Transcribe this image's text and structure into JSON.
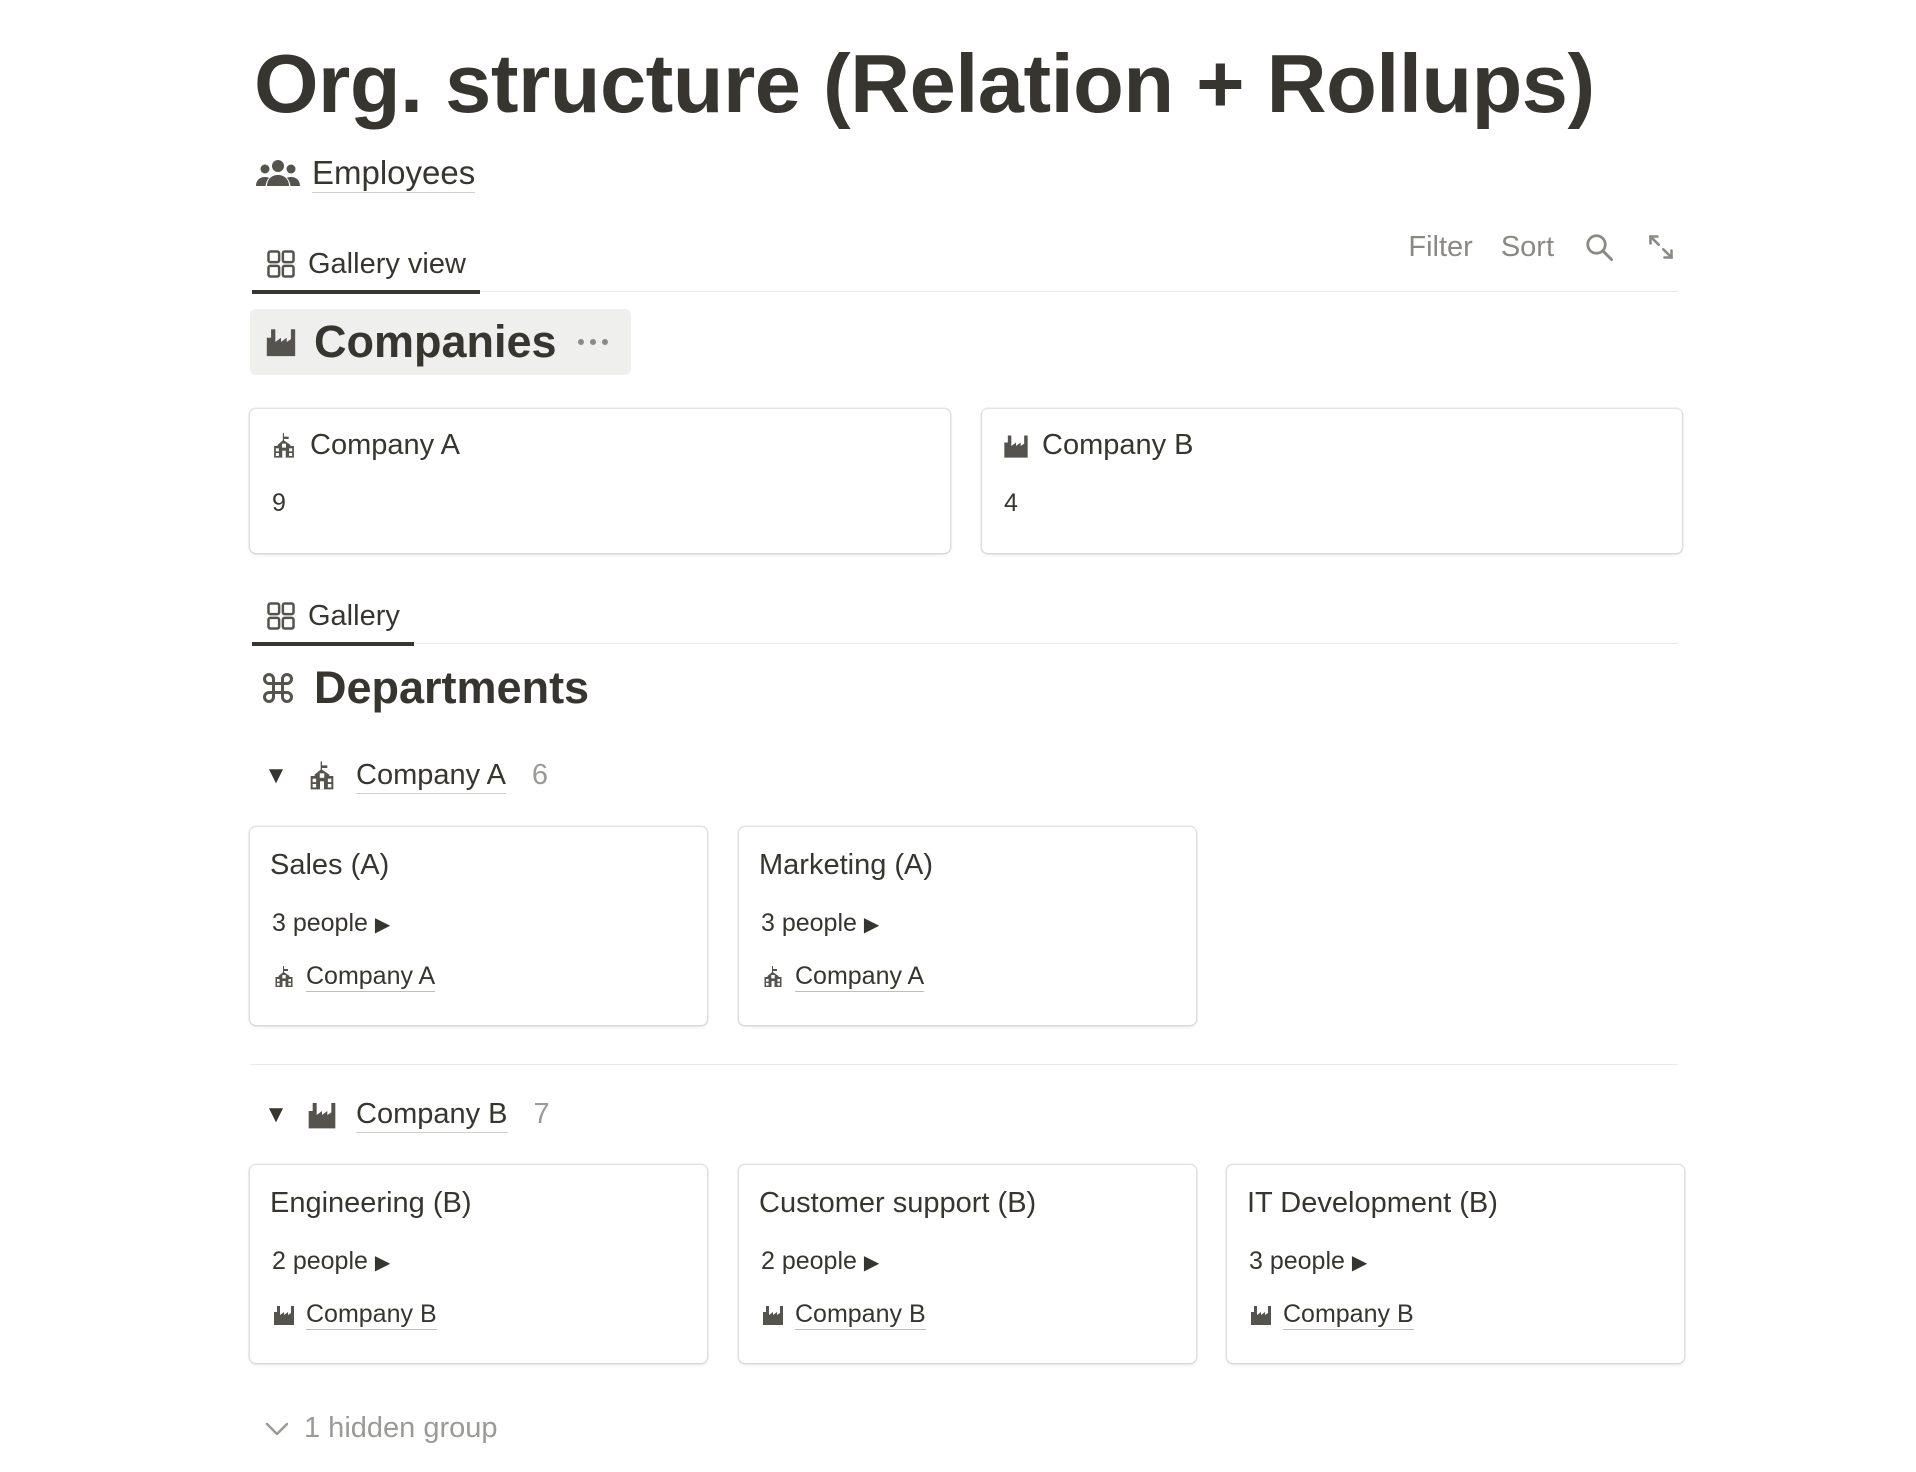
{
  "page": {
    "title": "Org. structure (Relation + Rollups)"
  },
  "linked_db": {
    "label": "Employees"
  },
  "companies_view": {
    "tab_label": "Gallery view",
    "toolbar": {
      "filter": "Filter",
      "sort": "Sort"
    },
    "title": "Companies",
    "cards": [
      {
        "name": "Company A",
        "count": "9"
      },
      {
        "name": "Company B",
        "count": "4"
      }
    ]
  },
  "departments_view": {
    "tab_label": "Gallery",
    "title": "Departments",
    "groups": [
      {
        "name": "Company A",
        "count": "6",
        "cards": [
          {
            "title": "Sales (A)",
            "people": "3 people",
            "company": "Company A"
          },
          {
            "title": "Marketing (A)",
            "people": "3 people",
            "company": "Company A"
          }
        ]
      },
      {
        "name": "Company B",
        "count": "7",
        "cards": [
          {
            "title": "Engineering (B)",
            "people": "2 people",
            "company": "Company B"
          },
          {
            "title": "Customer support (B)",
            "people": "2 people",
            "company": "Company B"
          },
          {
            "title": "IT Development (B)",
            "people": "3 people",
            "company": "Company B"
          }
        ]
      }
    ],
    "hidden_groups": "1 hidden group"
  },
  "icons": {
    "employees": "people-icon",
    "gallery": "grid-icon",
    "company_a": "school-building-icon",
    "company_b": "factory-icon",
    "departments": "command-icon",
    "search": "search-icon",
    "expand": "expand-icon",
    "more": "more-icon"
  },
  "colors": {
    "text": "#37352f",
    "muted": "#8a8984",
    "chip_bg": "#efefee"
  }
}
